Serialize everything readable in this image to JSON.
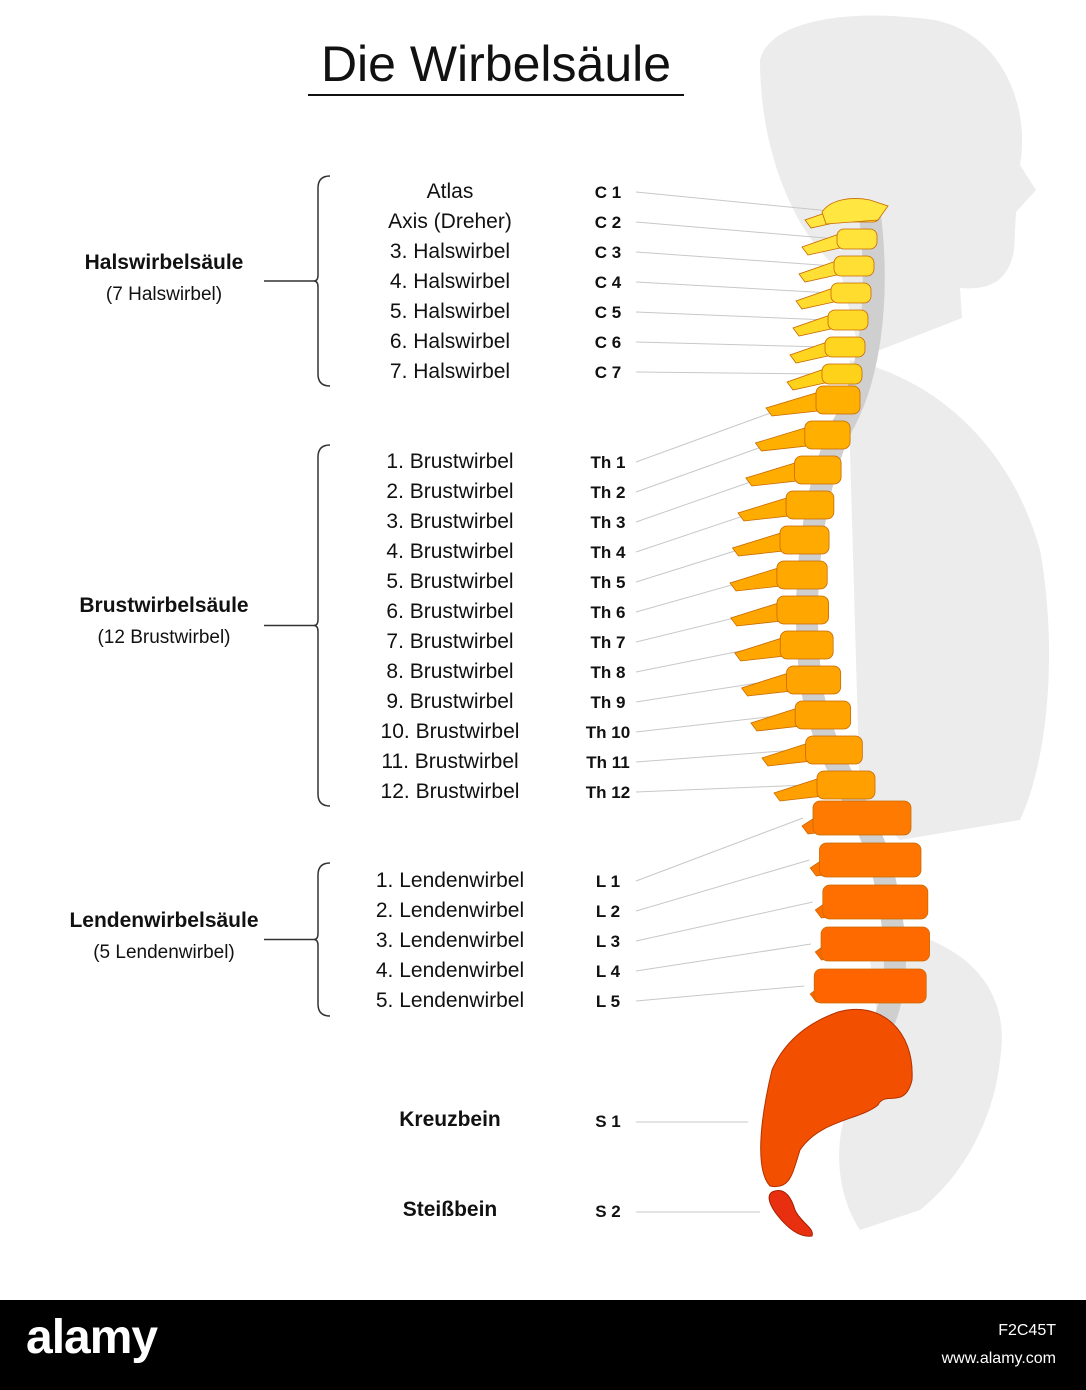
{
  "title": "Die Wirbelsäule",
  "groups": [
    {
      "title": "Halswirbelsäule",
      "subtitle": "(7 Halswirbel)"
    },
    {
      "title": "Brustwirbelsäule",
      "subtitle": "(12 Brustwirbel)"
    },
    {
      "title": "Lendenwirbelsäule",
      "subtitle": "(5 Lendenwirbel)"
    }
  ],
  "vertebrae": [
    {
      "name": "Atlas",
      "code": "C 1"
    },
    {
      "name": "Axis (Dreher)",
      "code": "C 2"
    },
    {
      "name": "3. Halswirbel",
      "code": "C 3"
    },
    {
      "name": "4. Halswirbel",
      "code": "C 4"
    },
    {
      "name": "5. Halswirbel",
      "code": "C 5"
    },
    {
      "name": "6. Halswirbel",
      "code": "C 6"
    },
    {
      "name": "7. Halswirbel",
      "code": "C 7"
    },
    {
      "name": "1. Brustwirbel",
      "code": "Th 1"
    },
    {
      "name": "2. Brustwirbel",
      "code": "Th 2"
    },
    {
      "name": "3. Brustwirbel",
      "code": "Th 3"
    },
    {
      "name": "4. Brustwirbel",
      "code": "Th 4"
    },
    {
      "name": "5. Brustwirbel",
      "code": "Th 5"
    },
    {
      "name": "6. Brustwirbel",
      "code": "Th 6"
    },
    {
      "name": "7. Brustwirbel",
      "code": "Th 7"
    },
    {
      "name": "8. Brustwirbel",
      "code": "Th 8"
    },
    {
      "name": "9. Brustwirbel",
      "code": "Th 9"
    },
    {
      "name": "10. Brustwirbel",
      "code": "Th 10"
    },
    {
      "name": "11. Brustwirbel",
      "code": "Th 11"
    },
    {
      "name": "12. Brustwirbel",
      "code": "Th 12"
    },
    {
      "name": "1. Lendenwirbel",
      "code": "L 1"
    },
    {
      "name": "2. Lendenwirbel",
      "code": "L 2"
    },
    {
      "name": "3. Lendenwirbel",
      "code": "L 3"
    },
    {
      "name": "4. Lendenwirbel",
      "code": "L 4"
    },
    {
      "name": "5. Lendenwirbel",
      "code": "L 5"
    }
  ],
  "sacrum": {
    "name": "Kreuzbein",
    "code": "S 1"
  },
  "coccyx": {
    "name": "Steißbein",
    "code": "S 2"
  },
  "footer": {
    "logo": "alamy",
    "stock_id": "F2C45T",
    "url": "www.alamy.com"
  },
  "colors": {
    "cervical": "#ffd21a",
    "thoracic": "#ffa000",
    "lumbar": "#ff7a00",
    "sacrum": "#f25000",
    "coccyx": "#e83010",
    "silhouette": "#ececec"
  }
}
